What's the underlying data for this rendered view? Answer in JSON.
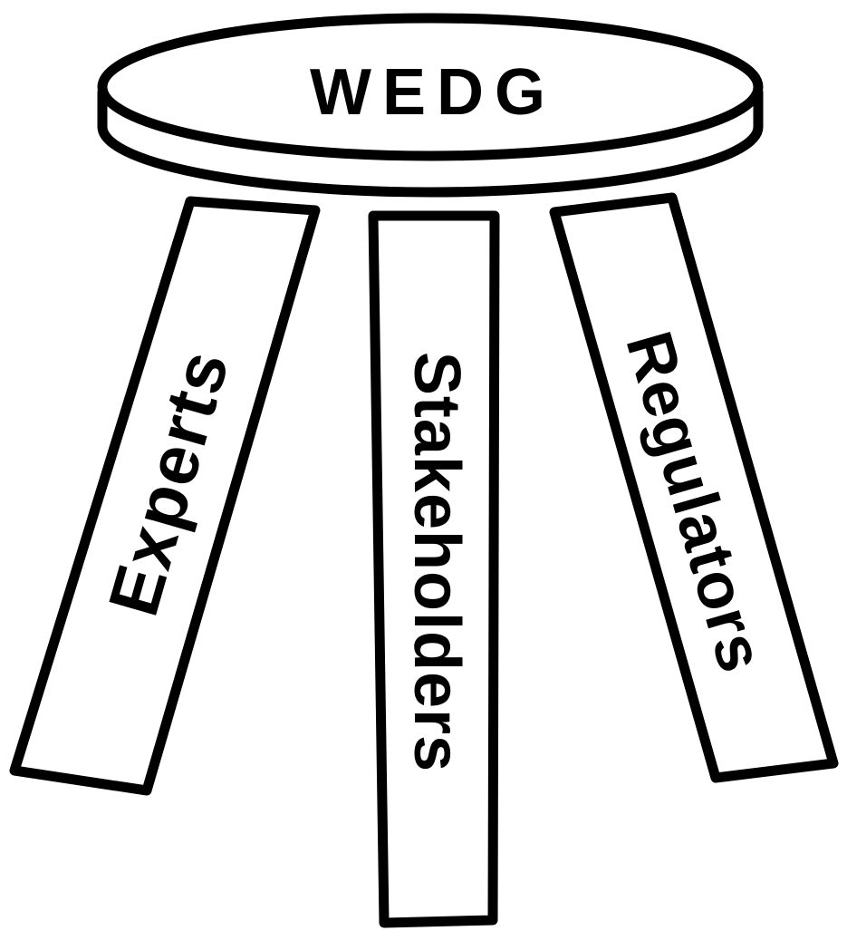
{
  "diagram": {
    "seat_label": "WEDG",
    "legs": [
      {
        "label": "Experts"
      },
      {
        "label": "Stakeholders"
      },
      {
        "label": "Regulators"
      }
    ]
  }
}
